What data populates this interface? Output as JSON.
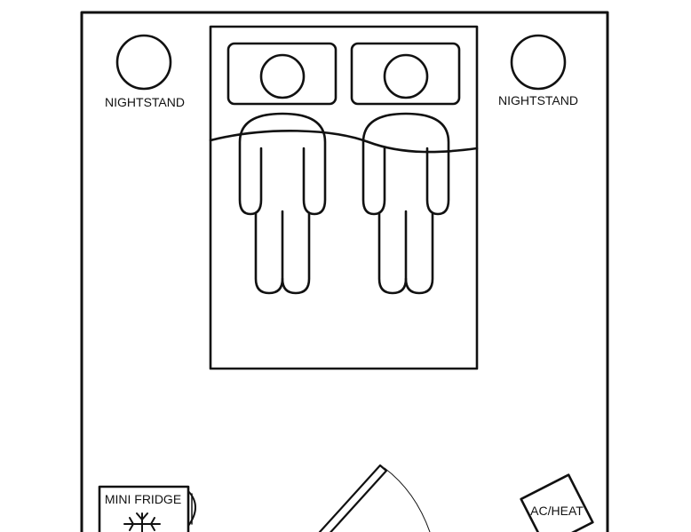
{
  "labels": {
    "nightstand_left": "NIGHTSTAND",
    "nightstand_right": "NIGHTSTAND",
    "mini_fridge": "MINI FRIDGE",
    "ac_heat": "AC/HEAT"
  },
  "colors": {
    "stroke": "#111111",
    "background": "#ffffff"
  }
}
